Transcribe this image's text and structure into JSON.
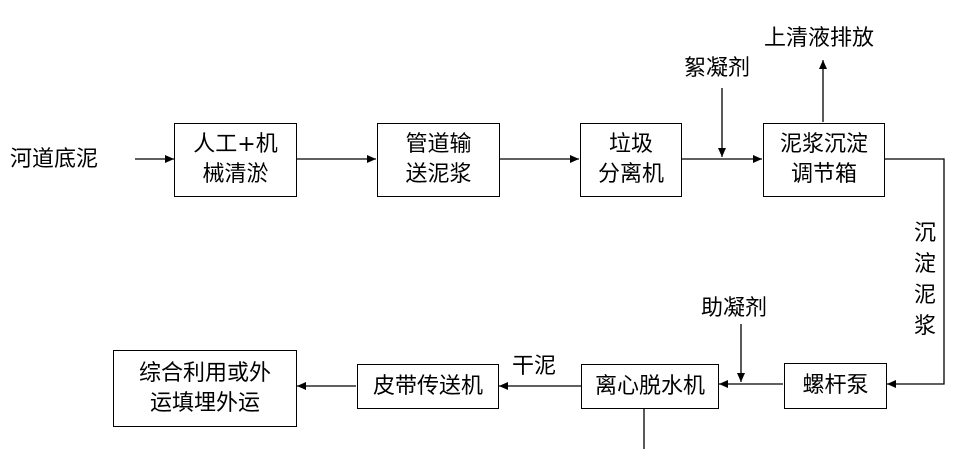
{
  "input_label": "河道底泥",
  "boxes": {
    "manual_machine_dredge": [
      "人工+机",
      "械清淤"
    ],
    "pipeline_slurry": [
      "管道输",
      "送泥浆"
    ],
    "garbage_separator": [
      "垃圾",
      "分离机"
    ],
    "slurry_settling_tank": [
      "泥浆沉淀",
      "调节箱"
    ],
    "screw_pump": [
      "螺杆泵"
    ],
    "centrifuge_dewatering": [
      "离心脱水机"
    ],
    "belt_conveyor": [
      "皮带传送机"
    ],
    "utilization_or_landfill": [
      "综合利用或外",
      "运填埋外运"
    ]
  },
  "labels": {
    "flocculant": "絮凝剂",
    "supernatant_discharge": "上清液排放",
    "settled_slurry": "沉淀泥浆",
    "coagulant_aid": "助凝剂",
    "dry_sludge": "干泥"
  }
}
